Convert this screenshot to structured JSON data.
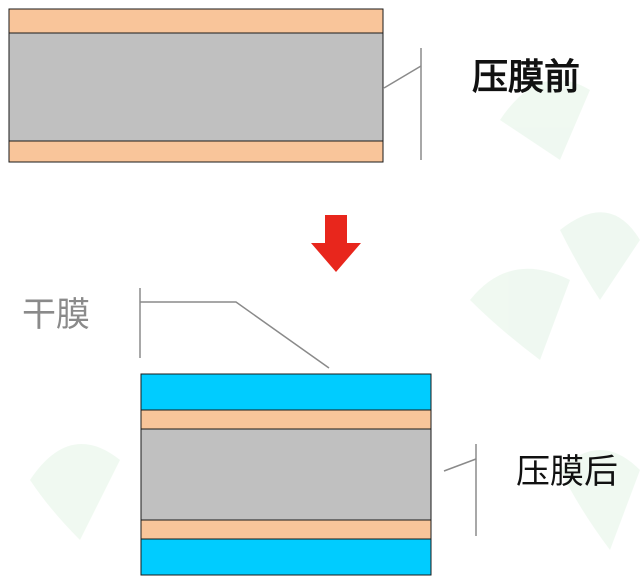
{
  "labels": {
    "before": "压膜前",
    "dry_film": "干膜",
    "after": "压膜后"
  },
  "colors": {
    "copper": "#F9C59A",
    "core": "#C0C0C0",
    "dry_film": "#00CCFF",
    "arrow": "#E8261C",
    "outline": "#1a1a1a",
    "leader": "#8a8a8a",
    "watermark": "#d9f0de"
  },
  "icons": {
    "arrow": "down-arrow-icon"
  }
}
